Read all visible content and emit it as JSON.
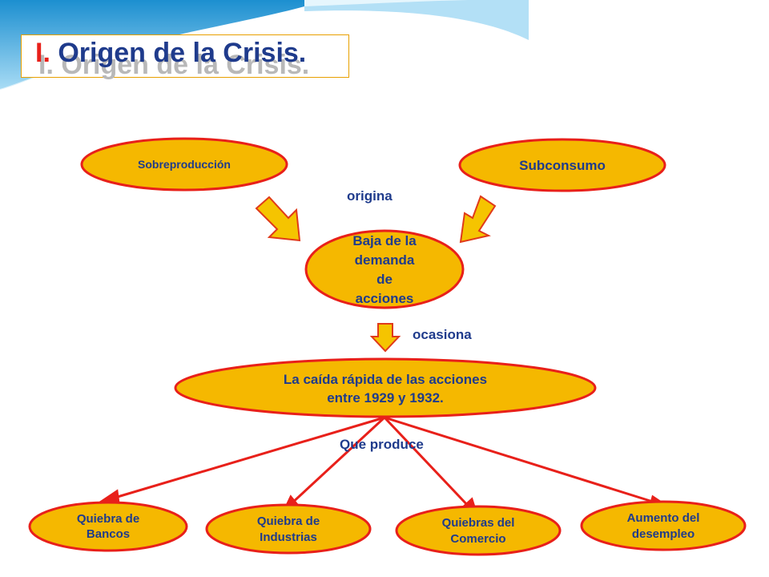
{
  "slide": {
    "title_number": "I.",
    "title_text": "Origen de la Crisis."
  },
  "nodes": {
    "sobreproduccion": "Sobreproducción",
    "subconsumo": "Subconsumo",
    "baja_demanda": [
      "Baja de la",
      "demanda",
      "de",
      "acciones"
    ],
    "caida": [
      "La caída rápida de las acciones",
      "entre 1929 y 1932."
    ],
    "quiebra_bancos": [
      "Quiebra de",
      "Bancos"
    ],
    "quiebra_industrias": [
      "Quiebra de",
      "Industrias"
    ],
    "quiebras_comercio": [
      "Quiebras del",
      "Comercio"
    ],
    "aumento_desempleo": [
      "Aumento del",
      "desempleo"
    ]
  },
  "connectors": {
    "origina": "origina",
    "ocasiona": "ocasiona",
    "que_produce": "Que produce"
  },
  "colors": {
    "node_fill": "#f5b800",
    "node_border": "#e8201a",
    "arrow_fill": "#f5c400",
    "arrow_border": "#e03a1a",
    "text": "#1f3b8c",
    "line": "#e8201a",
    "wave": "#29a9e0"
  }
}
